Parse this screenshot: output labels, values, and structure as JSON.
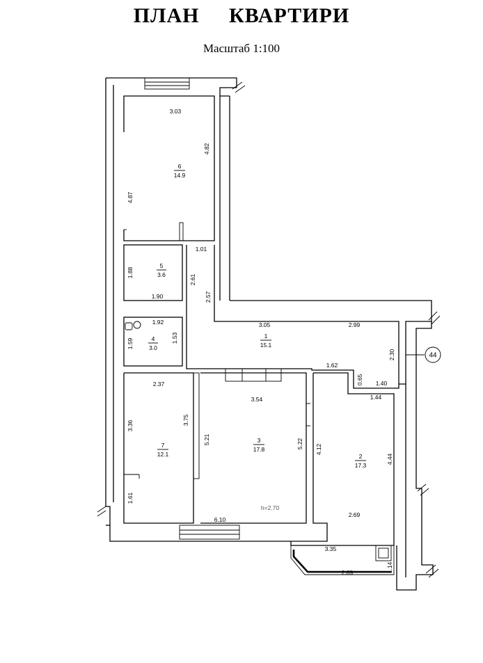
{
  "title": "ПЛАН     КВАРТИРИ",
  "scale": "Масштаб 1:100",
  "apartment_number": "44",
  "ceiling_height": "h=2.70",
  "rooms": [
    {
      "number": "6",
      "area": "14.9"
    },
    {
      "number": "5",
      "area": "3.6"
    },
    {
      "number": "4",
      "area": "3.0"
    },
    {
      "number": "1",
      "area": "15.1"
    },
    {
      "number": "7",
      "area": "12.1"
    },
    {
      "number": "3",
      "area": "17.8"
    },
    {
      "number": "2",
      "area": "17.3"
    }
  ],
  "dimensions": [
    "3.03",
    "4.82",
    "4.87",
    "1.01",
    "1.88",
    "1.90",
    "2.61",
    "2.57",
    "1.92",
    "1.59",
    "1.53",
    "3.05",
    "2.99",
    "2.30",
    "1.62",
    "0.65",
    "1.40",
    "1.44",
    "2.37",
    "3.36",
    "3.75",
    "1.61",
    "5.21",
    "3.54",
    "5.22",
    "6.10",
    "4.12",
    "4.44",
    "2.69",
    "3.35",
    "2.89",
    "1.14"
  ]
}
